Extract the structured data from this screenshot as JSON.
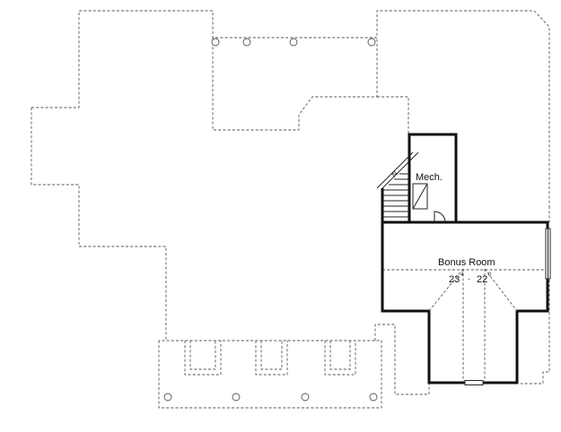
{
  "plan": {
    "rooms": [
      {
        "name": "Mech."
      },
      {
        "name": "Bonus Room",
        "width": "23",
        "width_inches": "4",
        "depth": "22",
        "depth_inches": "0"
      }
    ],
    "dimension_separator": "·",
    "stair_marker": "N"
  },
  "colors": {
    "wall": "#111111",
    "outline": "#555555",
    "background": "#ffffff"
  }
}
